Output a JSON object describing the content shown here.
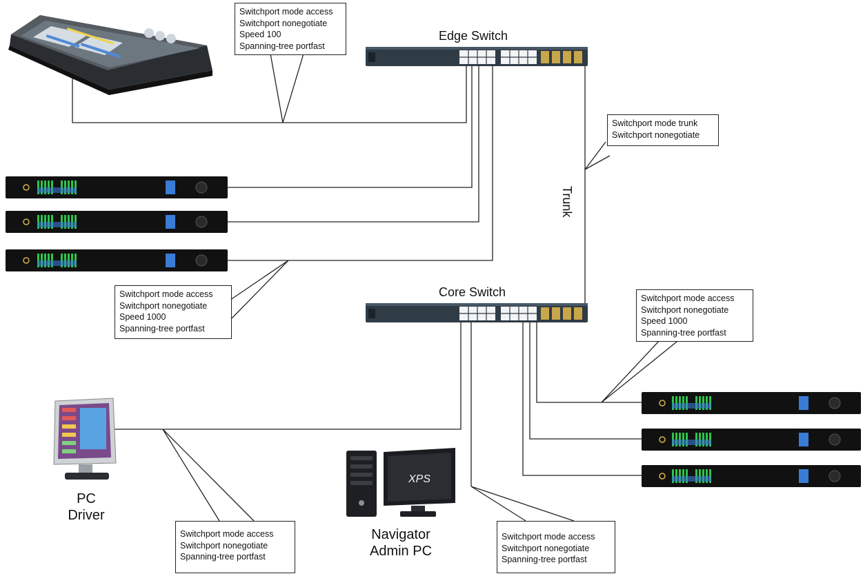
{
  "edge_switch": {
    "title": "Edge Switch"
  },
  "core_switch": {
    "title": "Core Switch"
  },
  "trunk": {
    "label": "Trunk"
  },
  "callouts": {
    "console": [
      "Switchport mode access",
      "Switchport nonegotiate",
      "Speed 100",
      "Spanning-tree portfast"
    ],
    "trunk": [
      "Switchport mode trunk",
      "Switchport nonegotiate"
    ],
    "left_engines": [
      "Switchport mode access",
      "Switchport nonegotiate",
      "Speed 1000",
      "Spanning-tree portfast"
    ],
    "right_engines": [
      "Switchport mode access",
      "Switchport nonegotiate",
      "Speed 1000",
      "Spanning-tree portfast"
    ],
    "pc_driver": [
      "Switchport mode access",
      "Switchport nonegotiate",
      "Spanning-tree portfast"
    ],
    "navigator": [
      "Switchport mode access",
      "Switchport nonegotiate",
      "Spanning-tree portfast"
    ]
  },
  "pc_driver": {
    "line1": "PC",
    "line2": "Driver"
  },
  "navigator_pc": {
    "line1": "Navigator",
    "line2": "Admin PC",
    "monitor_text": "XPS"
  },
  "colors": {
    "wire": "#222222",
    "rack": "#111111",
    "switch_body": "#2f3b45",
    "meter_green": "#2ec44a",
    "meter_blue": "#3a7bd5"
  }
}
